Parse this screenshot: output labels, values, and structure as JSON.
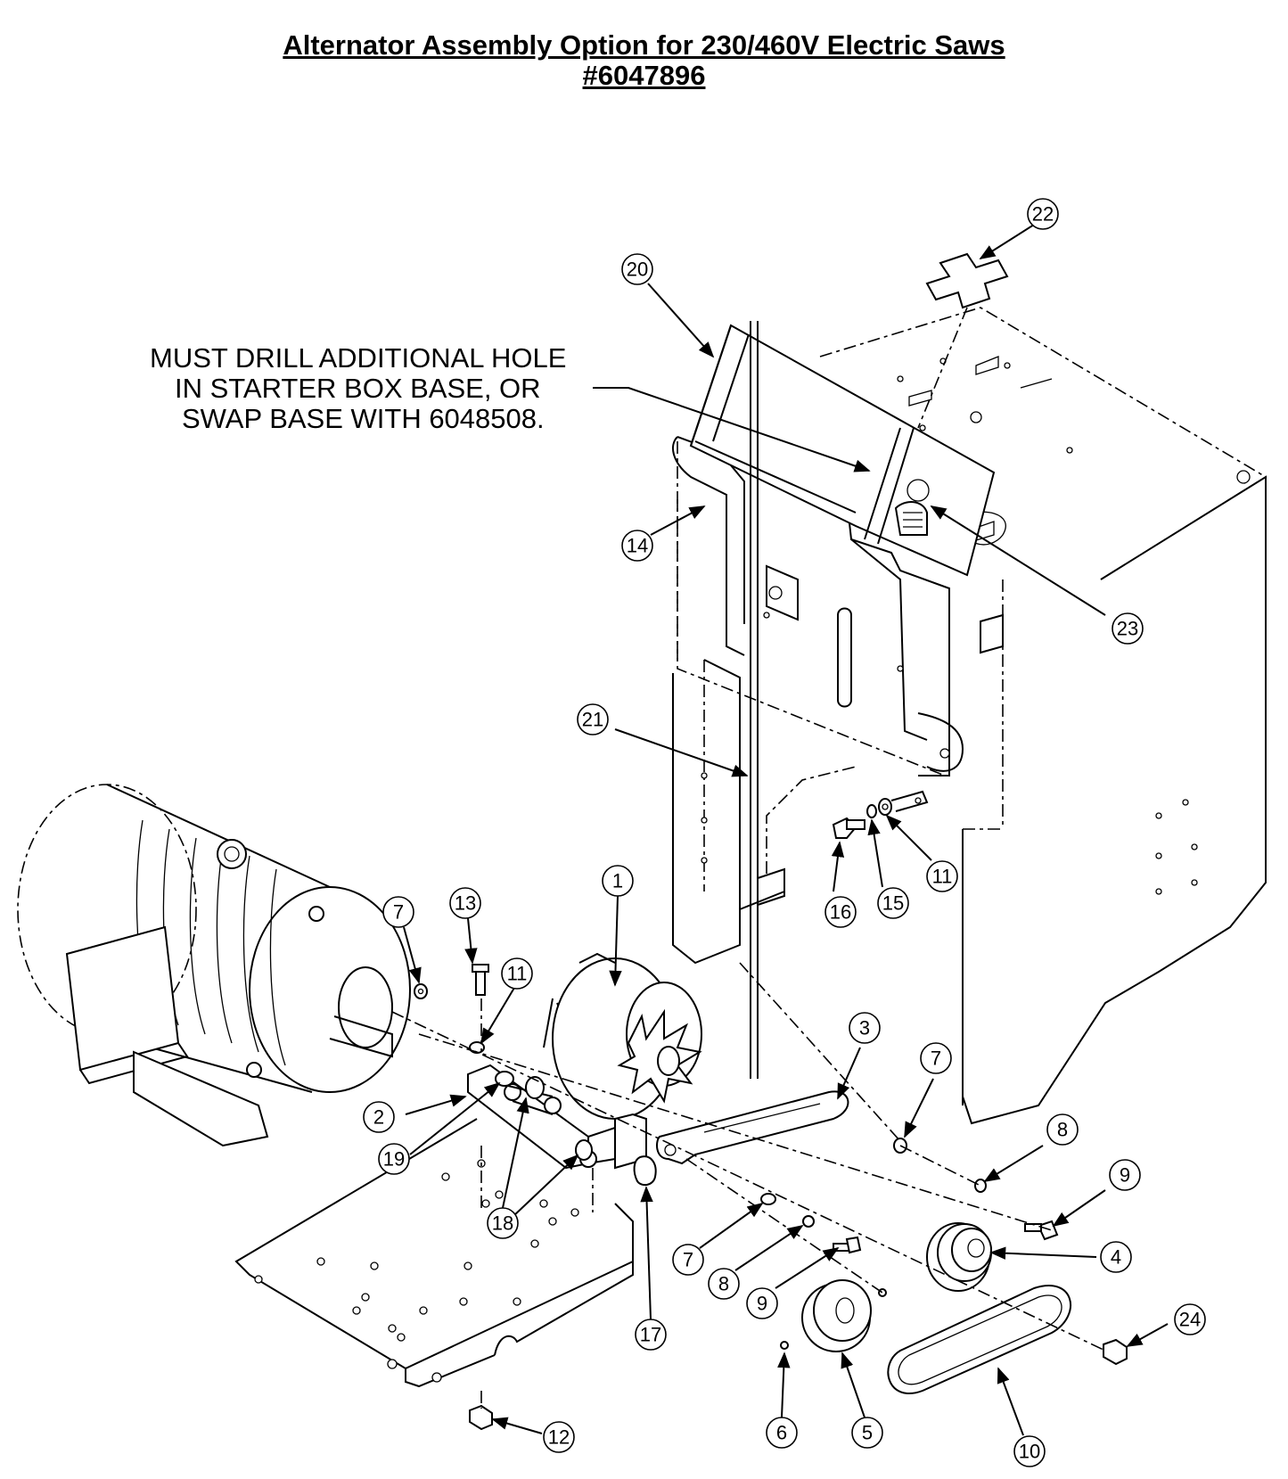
{
  "title": {
    "line1": "Alternator Assembly Option for 230/460V Electric Saws",
    "line2": "#6047896"
  },
  "note": {
    "line1": "MUST DRILL ADDITIONAL HOLE",
    "line2": "IN STARTER BOX BASE, OR",
    "line3": "SWAP BASE WITH 6048508."
  },
  "callouts": [
    {
      "id": "c1",
      "label": "1"
    },
    {
      "id": "c2",
      "label": "2"
    },
    {
      "id": "c3",
      "label": "3"
    },
    {
      "id": "c4",
      "label": "4"
    },
    {
      "id": "c5",
      "label": "5"
    },
    {
      "id": "c6",
      "label": "6"
    },
    {
      "id": "c7a",
      "label": "7"
    },
    {
      "id": "c7b",
      "label": "7"
    },
    {
      "id": "c7c",
      "label": "7"
    },
    {
      "id": "c8a",
      "label": "8"
    },
    {
      "id": "c8b",
      "label": "8"
    },
    {
      "id": "c9a",
      "label": "9"
    },
    {
      "id": "c9b",
      "label": "9"
    },
    {
      "id": "c10",
      "label": "10"
    },
    {
      "id": "c11a",
      "label": "11"
    },
    {
      "id": "c11b",
      "label": "11"
    },
    {
      "id": "c12",
      "label": "12"
    },
    {
      "id": "c13",
      "label": "13"
    },
    {
      "id": "c14",
      "label": "14"
    },
    {
      "id": "c15",
      "label": "15"
    },
    {
      "id": "c16",
      "label": "16"
    },
    {
      "id": "c17",
      "label": "17"
    },
    {
      "id": "c18",
      "label": "18"
    },
    {
      "id": "c19",
      "label": "19"
    },
    {
      "id": "c20",
      "label": "20"
    },
    {
      "id": "c21",
      "label": "21"
    },
    {
      "id": "c22",
      "label": "22"
    },
    {
      "id": "c23",
      "label": "23"
    },
    {
      "id": "c24",
      "label": "24"
    }
  ]
}
